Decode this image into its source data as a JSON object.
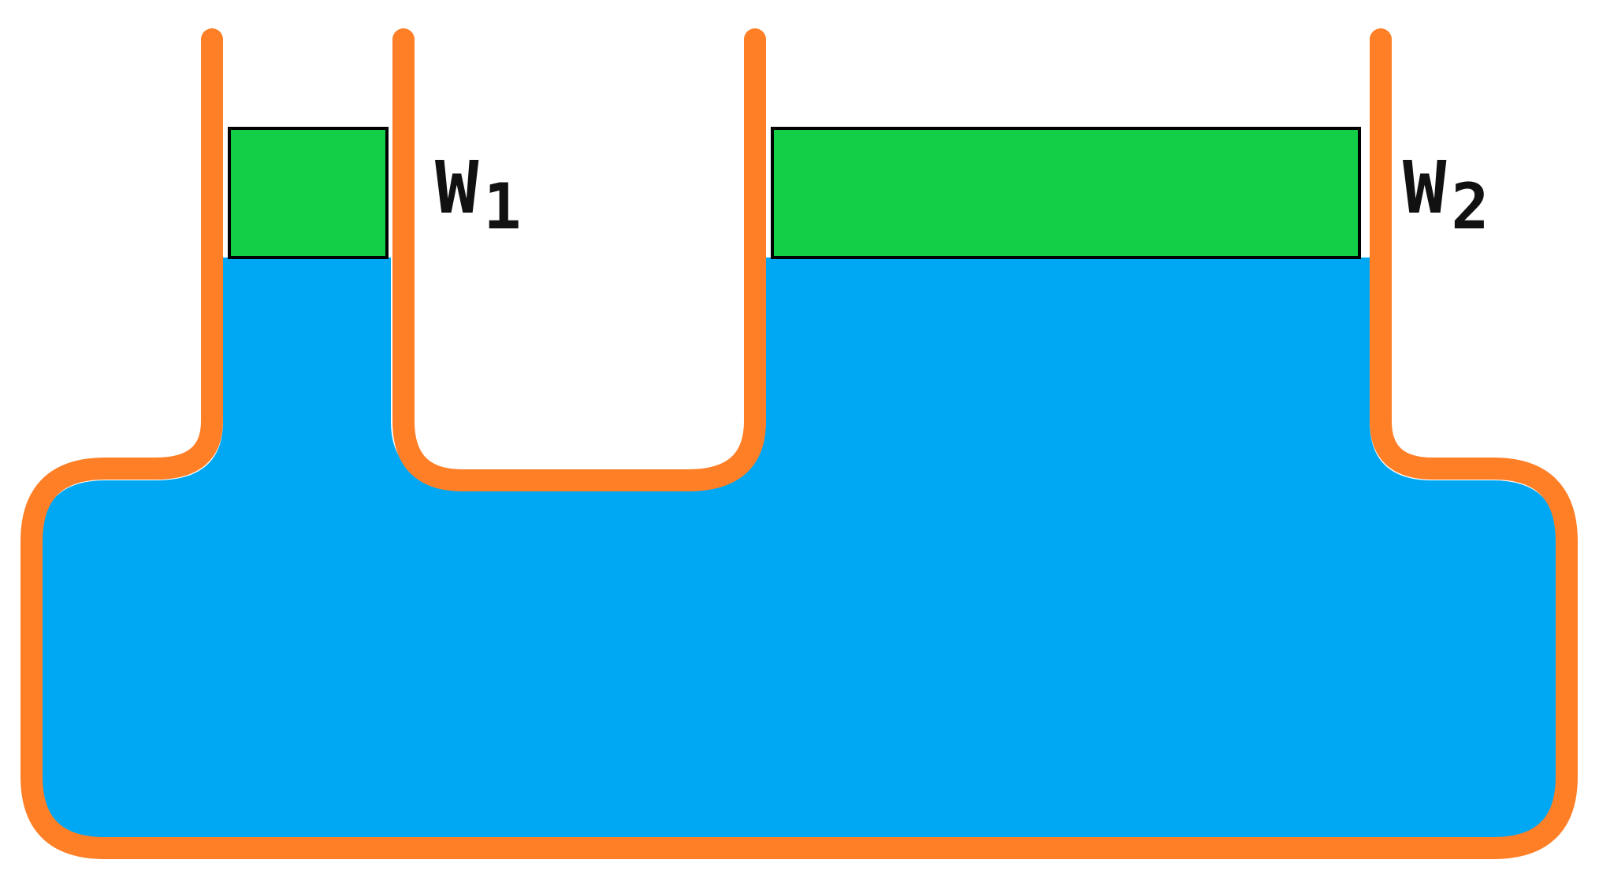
{
  "colors": {
    "container_wall": "#ff7f27",
    "fluid": "#00a8f3",
    "piston": "#13cf47",
    "piston_border": "#000000",
    "label_text": "#111111",
    "background": "#ffffff"
  },
  "labels": {
    "weight_1": {
      "letter": "W",
      "subscript": "1"
    },
    "weight_2": {
      "letter": "W",
      "subscript": "2"
    }
  }
}
